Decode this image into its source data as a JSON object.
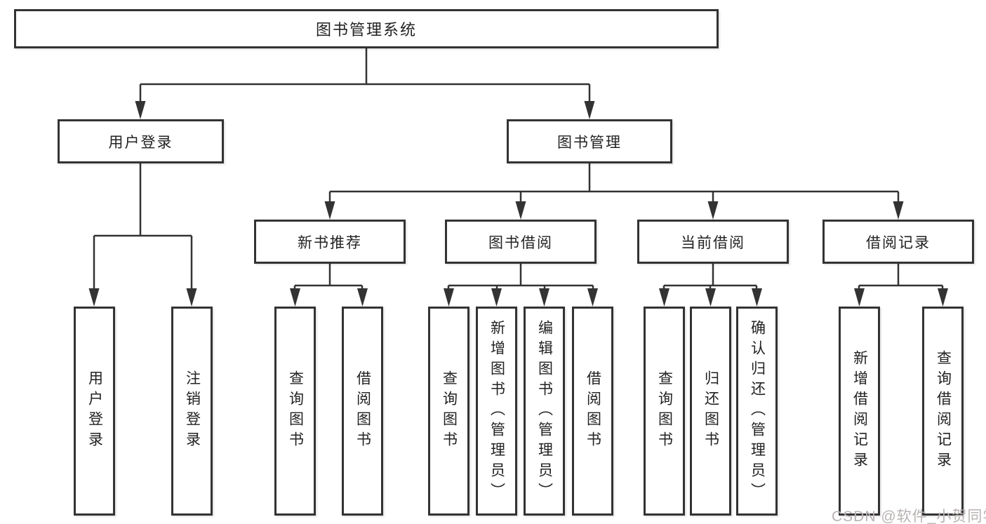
{
  "colors": {
    "line": "#333333",
    "text": "#222222",
    "background": "#ffffff",
    "watermark": "#b9b2b2"
  },
  "watermark": {
    "text": "CSDN @软件_小贺同学"
  },
  "tree": {
    "label": "图书管理系统",
    "children": [
      {
        "label": "用户登录",
        "children": [
          {
            "label": "用户登录"
          },
          {
            "label": "注销登录"
          }
        ]
      },
      {
        "label": "图书管理",
        "children": [
          {
            "label": "新书推荐",
            "children": [
              {
                "label": "查询图书"
              },
              {
                "label": "借阅图书"
              }
            ]
          },
          {
            "label": "图书借阅",
            "children": [
              {
                "label": "查询图书"
              },
              {
                "label": "新增图书（管理员）"
              },
              {
                "label": "编辑图书（管理员）"
              },
              {
                "label": "借阅图书"
              }
            ]
          },
          {
            "label": "当前借阅",
            "children": [
              {
                "label": "查询图书"
              },
              {
                "label": "归还图书"
              },
              {
                "label": "确认归还（管理员）"
              }
            ]
          },
          {
            "label": "借阅记录",
            "children": [
              {
                "label": "新增借阅记录"
              },
              {
                "label": "查询借阅记录"
              }
            ]
          }
        ]
      }
    ]
  }
}
